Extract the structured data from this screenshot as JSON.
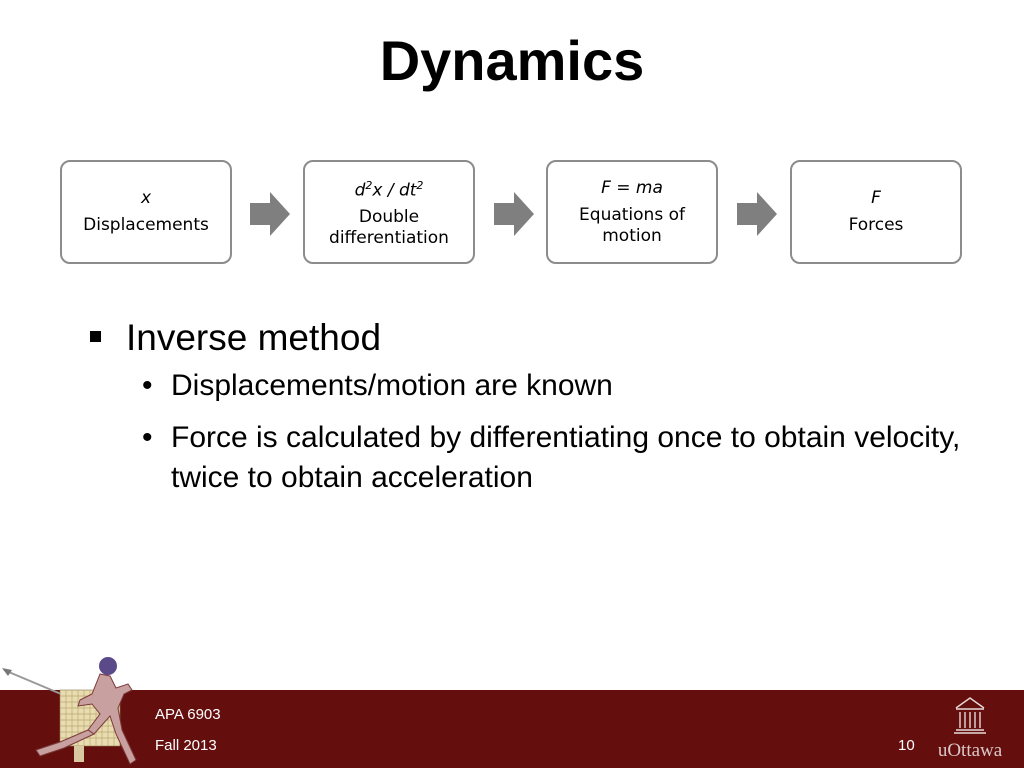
{
  "slide": {
    "title": "Dynamics"
  },
  "flow": [
    {
      "math_prefix": "d",
      "math_sup1": "2",
      "math_mid": "x / dt",
      "math_sup2": "2",
      "label": ""
    },
    {
      "math": "x",
      "label": "Displacements"
    },
    {
      "math": "F = ma",
      "label": "Equations of motion"
    },
    {
      "math": "F",
      "label": "Forces"
    }
  ],
  "box2": {
    "label": "Double differentiation"
  },
  "bullets": {
    "main": "Inverse method",
    "sub": [
      "Displacements/motion are known",
      "Force is calculated by differentiating once to obtain velocity, twice to obtain acceleration"
    ]
  },
  "footer": {
    "course": "APA 6903",
    "term": "Fall 2013",
    "page": "10",
    "logo_text": "uOttawa"
  },
  "colors": {
    "footer_bg": "#650e0e",
    "box_border": "#8c8c8c",
    "arrow": "#7f7f7f"
  },
  "icons": [
    "right-arrow-icon",
    "square-bullet-icon",
    "runner-mascot-icon",
    "uottawa-building-icon"
  ]
}
